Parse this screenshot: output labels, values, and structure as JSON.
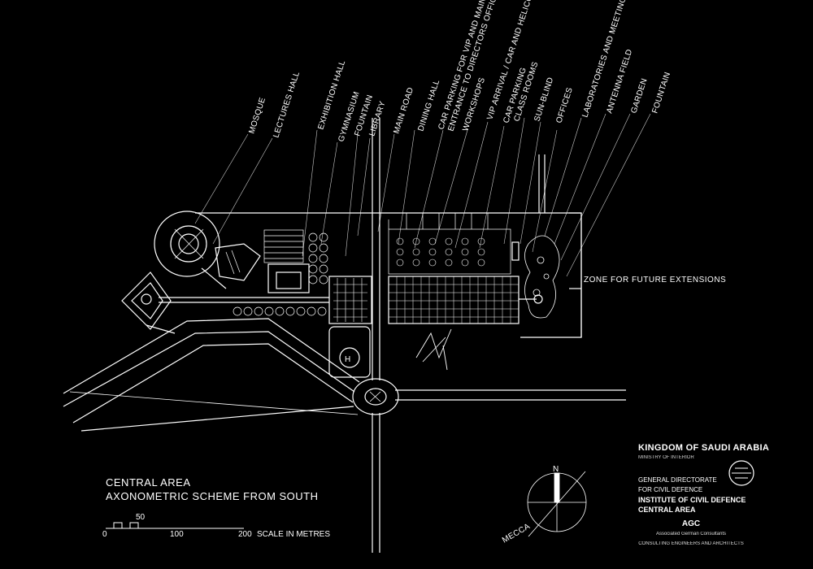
{
  "labels": [
    "MOSQUE",
    "LECTURES HALL",
    "EXHIBITION HALL",
    "GYMNASIUM",
    "FOUNTAIN",
    "LIBRARY",
    "MAIN ROAD",
    "DINING HALL",
    "CAR PARKING FOR VIP AND MAIN",
    "ENTRANCE TO DIRECTORS OFFICES",
    "WORKSHOPS",
    "VIP ARRIVAL / CAR AND HELICOPTER /",
    "CAR PARKING",
    "CLASS ROOMS",
    "SUN-BLIND",
    "OFFICES",
    "LABORATORIES AND MEETING ROOMS",
    "ANTENNA FIELD",
    "GARDEN",
    "FOUNTAIN"
  ],
  "zone_label": "ZONE FOR FUTURE EXTENSIONS",
  "title": {
    "line1": "CENTRAL AREA",
    "line2": "AXONOMETRIC SCHEME FROM SOUTH"
  },
  "scale": {
    "t0": "0",
    "t50": "50",
    "t100": "100",
    "t200": "200",
    "unit": "SCALE IN METRES"
  },
  "north": {
    "n": "N",
    "mecca": "MECCA"
  },
  "title_block": {
    "kingdom": "KINGDOM OF SAUDI ARABIA",
    "ministry": "MINISTRY OF INTERIOR",
    "gd1": "GENERAL DIRECTORATE",
    "gd2": "FOR CIVIL DEFENCE",
    "inst1": "INSTITUTE OF CIVIL DEFENCE",
    "inst2": "CENTRAL AREA",
    "agc": "AGC",
    "agc_full": "Associated German Consultants",
    "agc_sub": "CONSULTING ENGINEERS AND ARCHITECTS"
  }
}
